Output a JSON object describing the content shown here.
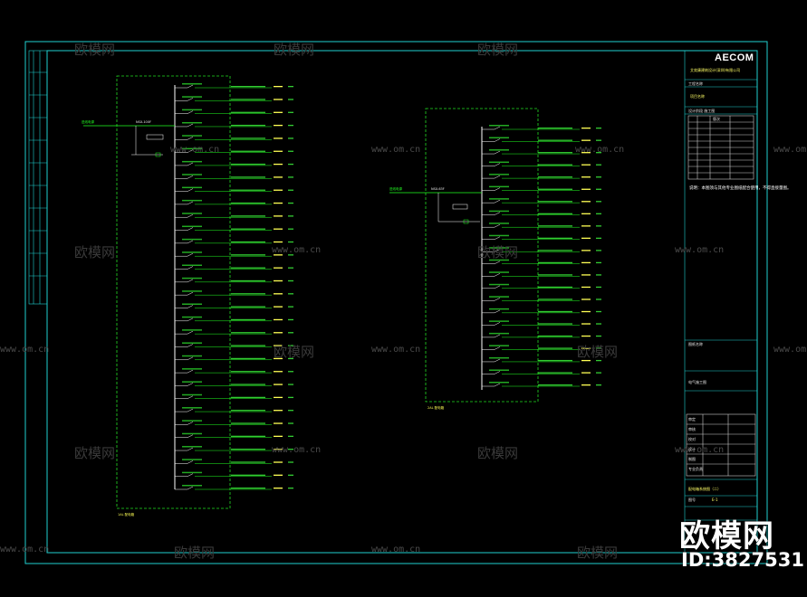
{
  "watermarks": {
    "brand_text": "欧模网",
    "url_text": "www.om.cn",
    "id_text": "ID:3827531"
  },
  "title_block": {
    "logo": "AECOM",
    "company": "艾奕康建筑设计(深圳)有限公司",
    "row_label_1": "工程名称",
    "row_value_1": "项目名称",
    "row_label_2": "设计阶段 施工图",
    "revision_header": "版次",
    "note": "说明：本图须与其他专业图纸配合使用，不得直接量图。",
    "sheet_label": "图纸名称",
    "project_label": "电气施工图",
    "sheet_title": "配电箱系统图（二）",
    "sheet_no_label": "图号",
    "sheet_no": "E-1",
    "sign_rows": [
      "审定",
      "审核",
      "校对",
      "设计",
      "制图",
      "专业负责"
    ]
  },
  "left_panel": {
    "box_label": "1AL 配电箱",
    "incoming": "进线电源",
    "breaker": "NSX-100F",
    "circuit_count": 32
  },
  "right_panel": {
    "box_label": "2AL 配电箱",
    "incoming": "进线电源",
    "breaker": "NSX-63F",
    "circuit_count": 22
  },
  "colors": {
    "frame": "#1fd0d0",
    "box": "#22dd22",
    "circuit": "#22ff22",
    "text_yellow": "#ffff55",
    "busbar": "#ffffff"
  }
}
